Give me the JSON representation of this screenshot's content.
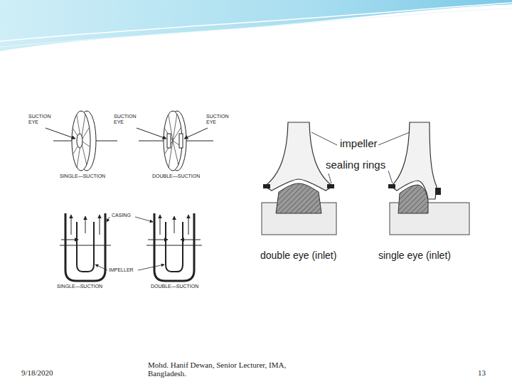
{
  "diagram": {
    "labels": [
      "SUCTION EYE",
      "SUCTION EYE",
      "SUCTION EYE",
      "SINGLE—SUCTION",
      "DOUBLE—SUCTION",
      "CASING",
      "IMPELLER",
      "SINGLE—SUCTION",
      "DOUBLE—SUCTION",
      "impeller",
      "sealing rings",
      "double eye (inlet)",
      "single eye (inlet)",
      "9/18/2020",
      "Mohd. Hanif Dewan, Senior Lecturer, IMA, Bangladesh.",
      "13"
    ]
  }
}
